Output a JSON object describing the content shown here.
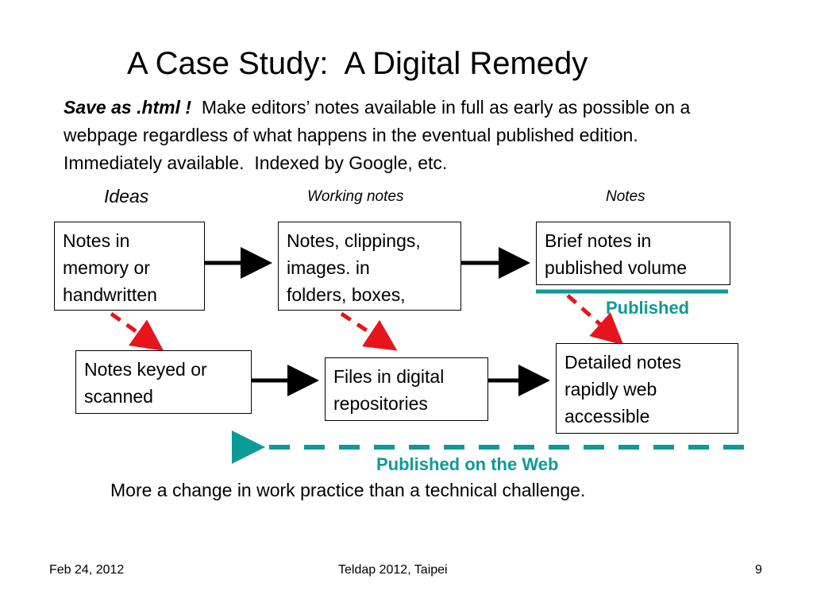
{
  "slide": {
    "title": "A Case Study:  A Digital Remedy",
    "intro_lead": "Save as .html !",
    "intro_rest": "  Make editors’ notes available in full as early as possible on a webpage regardless of what happens in the eventual published edition.  Immediately available.  Indexed by Google, etc."
  },
  "columns": {
    "ideas": "Ideas",
    "working_notes": "Working notes",
    "notes": "Notes"
  },
  "boxes": {
    "notes_memory": "Notes in\nmemory or\nhandwritten",
    "notes_clippings": "Notes, clippings,\nimages. in\nfolders, boxes,",
    "brief_notes": "Brief notes in\npublished volume",
    "notes_keyed": "Notes keyed or\nscanned",
    "files_digital": "Files in digital\nrepositories",
    "detailed_notes": "Detailed notes\nrapidly web\naccessible"
  },
  "labels": {
    "published": "Published",
    "published_web": "Published on the Web",
    "conclusion": "More a change in work practice than a technical challenge."
  },
  "colors": {
    "teal": "#0E9A98",
    "red_dashed": "#E8141B",
    "arrow": "#000000"
  },
  "footer": {
    "date": "Feb  24, 2012",
    "event": "Teldap 2012, Taipei",
    "page": "9"
  }
}
